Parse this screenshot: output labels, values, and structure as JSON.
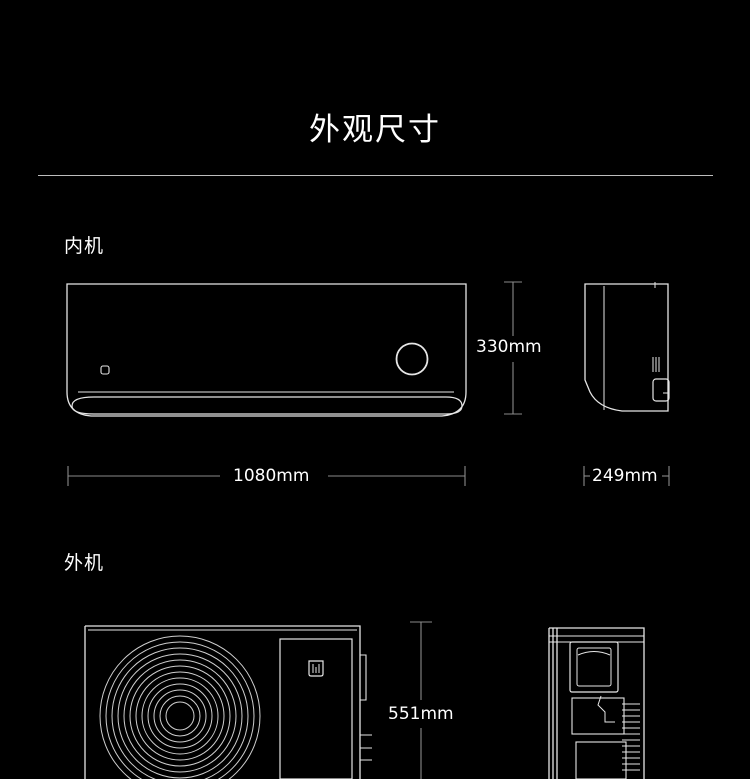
{
  "page": {
    "title": "外观尺寸"
  },
  "indoor": {
    "label": "内机",
    "width_dim": "1080mm",
    "height_dim": "330mm",
    "depth_dim": "249mm"
  },
  "outdoor": {
    "label": "外机",
    "height_dim": "551mm"
  }
}
